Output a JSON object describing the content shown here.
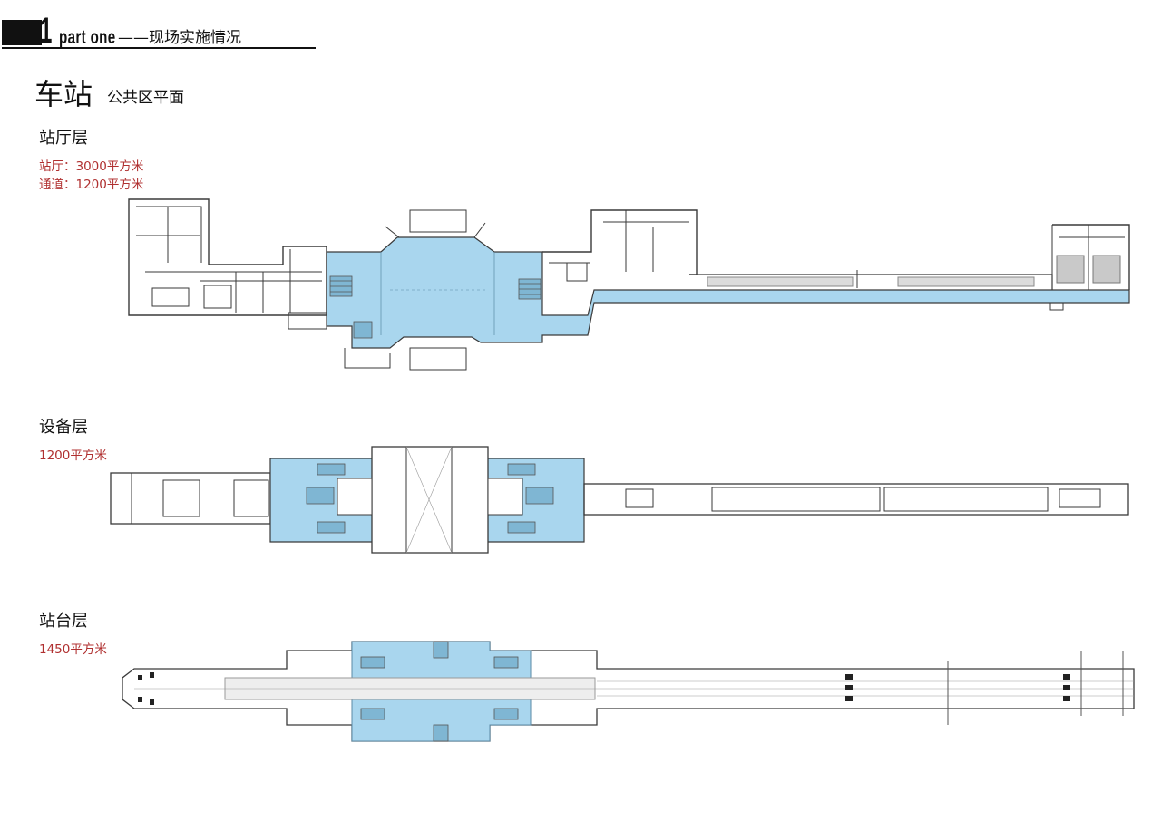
{
  "header": {
    "number": "1",
    "part_label": "part one",
    "part_title": "——现场实施情况"
  },
  "page": {
    "title": "车站",
    "subtitle": "公共区平面"
  },
  "sections": [
    {
      "title": "站厅层",
      "notes": [
        "站厅：3000平方米",
        "通道：1200平方米"
      ]
    },
    {
      "title": "设备层",
      "notes": [
        "1200平方米"
      ]
    },
    {
      "title": "站台层",
      "notes": [
        "1450平方米"
      ]
    }
  ],
  "colors": {
    "public_area": "#a9d6ee",
    "wall": "#3a3a3a",
    "note_text": "#b03030",
    "gray_zone": "#c9c9c9"
  }
}
